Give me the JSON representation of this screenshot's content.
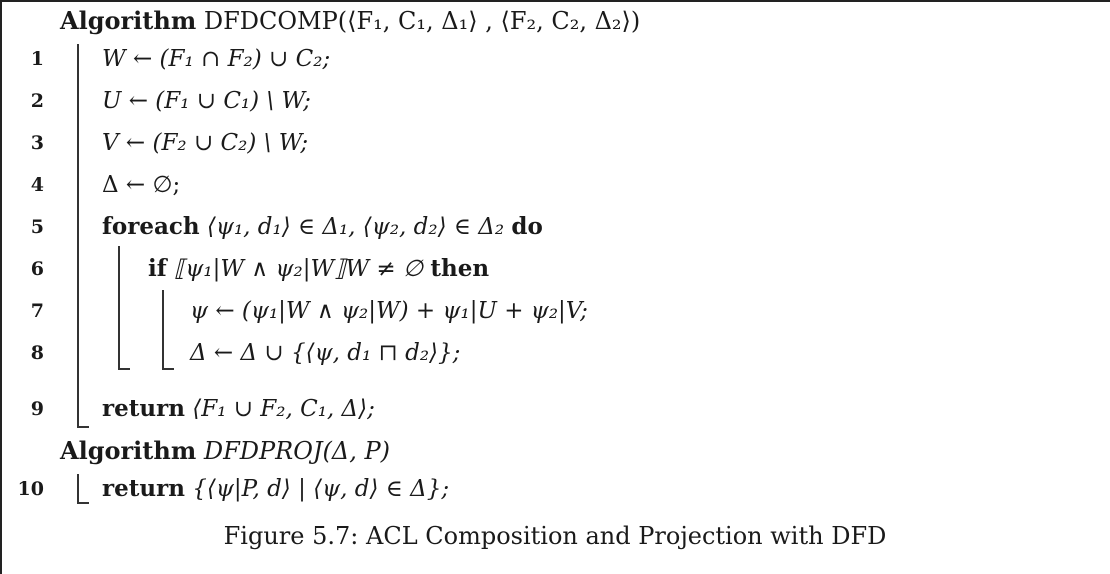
{
  "algorithm1": {
    "keyword": "Algorithm",
    "header": "DFDCOMP(⟨F₁, C₁, Δ₁⟩ , ⟨F₂, C₂, Δ₂⟩)",
    "lines": [
      {
        "num": "1",
        "text": "W ← (F₁ ∩ F₂) ∪ C₂;"
      },
      {
        "num": "2",
        "text": "U ← (F₁ ∪ C₁) \\ W;"
      },
      {
        "num": "3",
        "text": "V ← (F₂ ∪ C₂) \\ W;"
      },
      {
        "num": "4",
        "text": "Δ ← ∅;"
      },
      {
        "num": "5",
        "kw1": "foreach",
        "text": " ⟨ψ₁, d₁⟩ ∈ Δ₁, ⟨ψ₂, d₂⟩ ∈ Δ₂ ",
        "kw2": "do"
      },
      {
        "num": "6",
        "kw1": "if",
        "text": " ⟦ψ₁|W ∧ ψ₂|W⟧W ≠ ∅ ",
        "kw2": "then"
      },
      {
        "num": "7",
        "text": "ψ ← (ψ₁|W ∧ ψ₂|W) + ψ₁|U + ψ₂|V;"
      },
      {
        "num": "8",
        "text": "Δ ← Δ ∪ {⟨ψ, d₁ ⊓ d₂⟩};"
      },
      {
        "num": "9",
        "kw1": "return",
        "text": " ⟨F₁ ∪ F₂, C₁, Δ⟩;"
      }
    ]
  },
  "algorithm2": {
    "keyword": "Algorithm",
    "header": "DFDPROJ(Δ, P)",
    "lines": [
      {
        "num": "10",
        "kw1": "return",
        "text": " {⟨ψ|P, d⟩ | ⟨ψ, d⟩ ∈ Δ};"
      }
    ]
  },
  "caption": "Figure 5.7: ACL Composition and Projection with DFD"
}
